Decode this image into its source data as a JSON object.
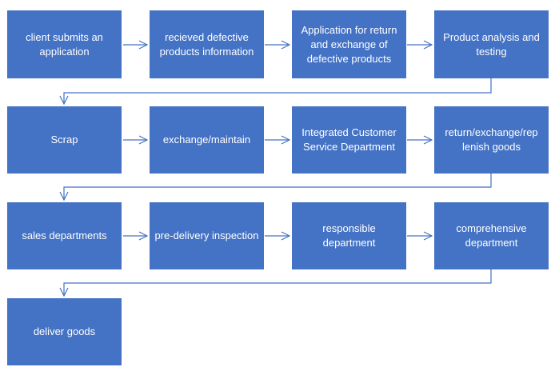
{
  "flow": {
    "steps": [
      "client submits an application",
      "recieved defective products information",
      "Application for return and exchange of defective products",
      "Product analysis and testing",
      "Scrap",
      "exchange/maintain",
      "Integrated Customer Service Department",
      "return/exchange/rep lenish goods",
      "sales departments",
      "pre-delivery inspection",
      "responsible department",
      "comprehensive department",
      "deliver goods"
    ]
  },
  "colors": {
    "box_fill": "#4472c4",
    "box_text": "#ffffff",
    "connector": "#4472c4"
  }
}
